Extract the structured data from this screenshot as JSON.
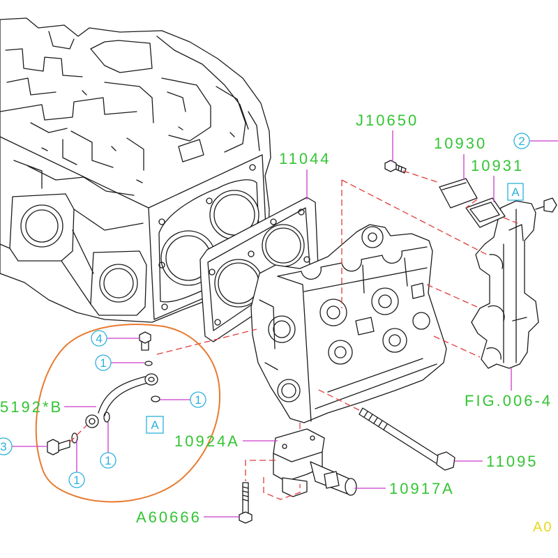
{
  "diagram": {
    "part_labels": {
      "bolt_j10650": "J10650",
      "plate_10930": "10930",
      "gasket_10931": "10931",
      "part_11044": "11044",
      "part_5192b": "5192*B",
      "part_10924a": "10924A",
      "bolt_11095": "11095",
      "part_10917a": "10917A",
      "bolt_a60666": "A60666",
      "fig_ref": "FIG.006-4",
      "image_code": "A0"
    },
    "callouts": {
      "ref_2": "2",
      "ref_4": "4",
      "ref_1_upper": "1",
      "ref_1_right": "1",
      "ref_3": "3",
      "ref_1_lower_left": "1",
      "ref_1_lower_mid": "1"
    },
    "reference_marks": {
      "a_upper": "A",
      "a_pipe": "A"
    }
  },
  "colors": {
    "part_label": "#33c433",
    "leader_line": "#c93ac9",
    "callout": "#2bb0dc",
    "dashed_assembly_line": "#e23b3b",
    "highlight_circle": "#e87a30",
    "image_code": "#e6d81e",
    "line_art": "#1a1a1a"
  }
}
